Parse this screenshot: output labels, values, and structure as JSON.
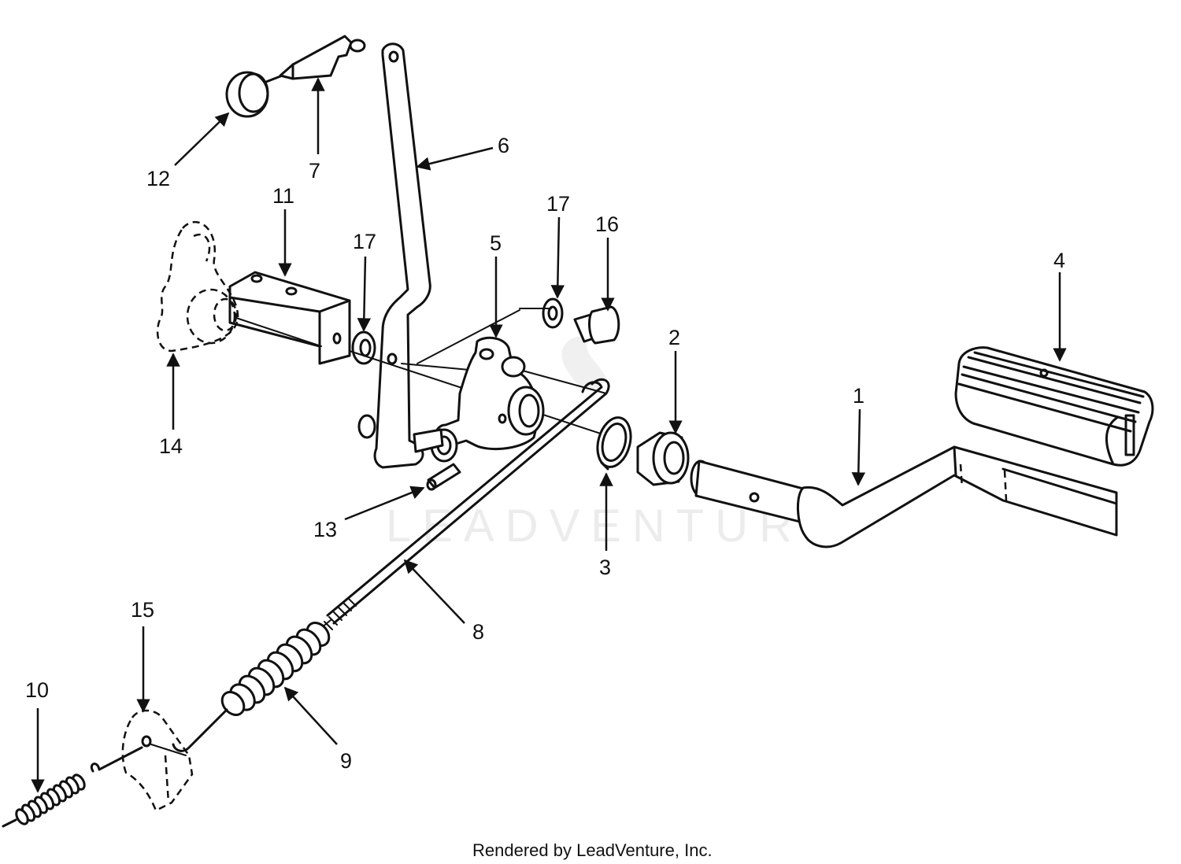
{
  "diagram": {
    "labels": {
      "l1": "1",
      "l2": "2",
      "l3": "3",
      "l4": "4",
      "l5": "5",
      "l6": "6",
      "l7": "7",
      "l8": "8",
      "l9": "9",
      "l10": "10",
      "l11": "11",
      "l12": "12",
      "l13": "13",
      "l14": "14",
      "l15": "15",
      "l16": "16",
      "l17a": "17",
      "l17b": "17"
    },
    "watermark": "LEADVENTURE",
    "footer": "Rendered by LeadVenture, Inc."
  }
}
